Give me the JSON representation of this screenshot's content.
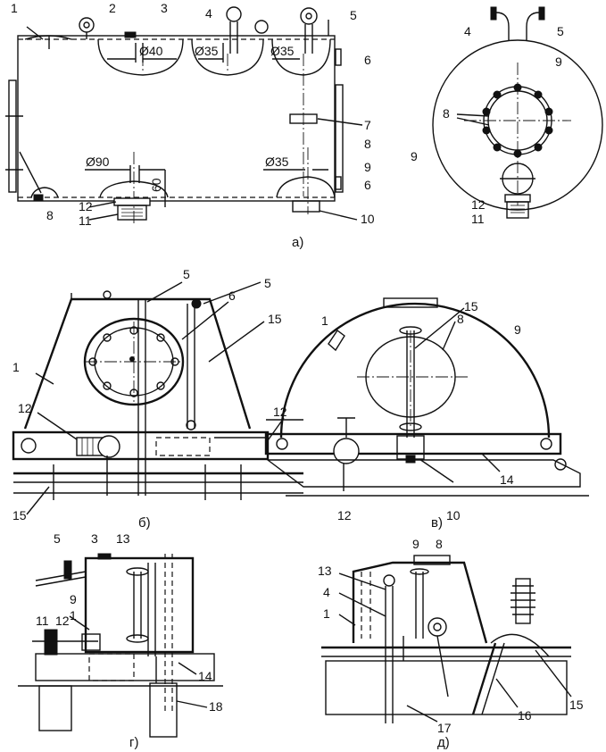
{
  "figures": [
    {
      "id": "a",
      "caption": "а)"
    },
    {
      "id": "b",
      "caption": "б)"
    },
    {
      "id": "v",
      "caption": "в)"
    },
    {
      "id": "g",
      "caption": "г)"
    },
    {
      "id": "d",
      "caption": "д)"
    }
  ],
  "dimensions": {
    "d40": "Ø40",
    "d35a": "Ø35",
    "d35b": "Ø35",
    "d90": "Ø90",
    "d35c": "Ø35",
    "h60": "60"
  },
  "labels": {
    "a": [
      "1",
      "2",
      "3",
      "4",
      "5",
      "6",
      "7",
      "8",
      "9",
      "6",
      "10",
      "11",
      "12",
      "8"
    ],
    "a_side": [
      "4",
      "5",
      "9",
      "8",
      "9",
      "12",
      "11"
    ],
    "b": [
      "5",
      "5",
      "6",
      "15",
      "1",
      "12",
      "15"
    ],
    "v": [
      "15",
      "8",
      "9",
      "1",
      "12",
      "12",
      "10",
      "14"
    ],
    "g": [
      "5",
      "3",
      "13",
      "9",
      "1",
      "11",
      "12",
      "14",
      "18"
    ],
    "d": [
      "9",
      "8",
      "13",
      "4",
      "1",
      "15",
      "16",
      "17"
    ]
  }
}
